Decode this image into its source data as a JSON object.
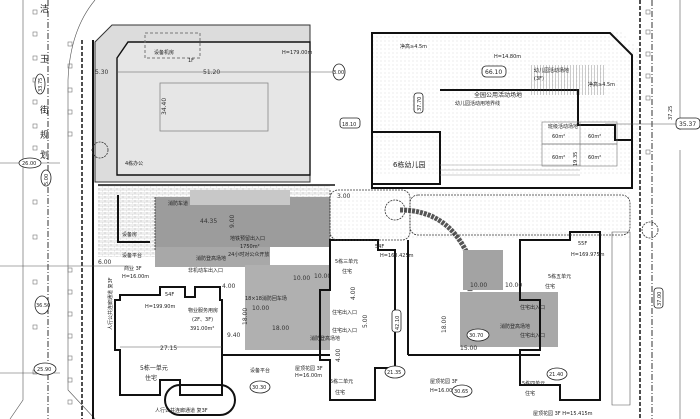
{
  "road": {
    "chars": [
      "洁",
      "玉",
      "街",
      "规",
      "划"
    ]
  },
  "elevations": [
    "26.00",
    "33.75",
    "5.00",
    "36.50",
    "25.90",
    "3.00",
    "18.10",
    "66.10",
    "37.70",
    "35.37",
    "37.25",
    "19.35",
    "3.00",
    "30.30",
    "21.35",
    "42.10",
    "30.70",
    "21.40",
    "30.65",
    "37.00"
  ],
  "kindergarten": {
    "building": "6栋幼儿园",
    "shared_field": "全园公用活动场地",
    "height": "H=14.80m",
    "clearance_1": "净高≥4.5m",
    "clearance_2": "净高≥4.5m",
    "field_3f": "幼儿园活动场地",
    "field_3f_floor": "(3F)",
    "boundary_label": "幼儿园活动用地界线",
    "class_field_label": "班级活动场地",
    "class_area": "60m²"
  },
  "top_left_block": {
    "equip": "设备机房",
    "floor": "1F",
    "height": "H=179.00m",
    "width_dim": "51.20",
    "depth_dim": "34.40",
    "left_dim": "5.30",
    "office": "4栋办公"
  },
  "middle": {
    "fire_lane": "消防车道",
    "dim_44": "44.35",
    "dim_9": "9.00",
    "metro_1": "地铁预留出入口",
    "metro_2": "1750m²",
    "metro_3": "24小时对公众开放",
    "fire_climb_1": "消防登高场地",
    "bike_entry": "非机动车出入口",
    "turn_area": "18×18消防回车场",
    "dim_10a": "10.00",
    "dim_10b": "10.00",
    "dim_4": "4.00",
    "dim_10c": "10.00",
    "dim_18a": "18.00",
    "dim_18b": "18.00",
    "dim_9_40": "9.40",
    "fire_climb_2": "消防登高场地",
    "dim_6": "6.00"
  },
  "commercial": {
    "equip_room": "设备房",
    "equip_platform": "设备平台",
    "label": "商业 3F",
    "height": "H=16.00m",
    "walkway": "人行公共连廊通道 复3F"
  },
  "unit1": {
    "floors": "54F",
    "height": "H=199.90m",
    "name": "5栋一单元",
    "use": "住宅",
    "dim": "27.15"
  },
  "property": {
    "name": "物业服务用房",
    "floors": "(2F、3F)",
    "area": "391.00m²"
  },
  "unit2": {
    "name": "5栋二单元",
    "use": "住宅",
    "platform": "设备平台",
    "roof": "屋顶花园 3F",
    "roof_h": "H=16.00m"
  },
  "unit3": {
    "floors": "54F",
    "height": "H=168.425m",
    "name": "5栋三单元",
    "use": "住宅",
    "entry_1": "住宅出入口",
    "entry_2": "住宅出入口",
    "dim_5": "5.00",
    "dim_4a": "4.00",
    "dim_4b": "4.00"
  },
  "unit5": {
    "floors": "55F",
    "height": "H=169.975m",
    "name": "5栋五单元",
    "use": "住宅",
    "entry_1": "住宅出入口",
    "entry_2": "住宅出入口",
    "fire_climb": "消防登高场地",
    "dim_10a": "10.00",
    "dim_10b": "10.00",
    "dim_18": "18.00",
    "dim_15": "15.00"
  },
  "unit4": {
    "name": "5栋四单元",
    "use": "住宅",
    "roof": "屋顶花园 3F",
    "roof_h": "H=16.00m",
    "roof2": "屋顶花园 3F H=15.415m"
  },
  "bottom": {
    "walkway": "人行公共连廊通道 复3F"
  }
}
